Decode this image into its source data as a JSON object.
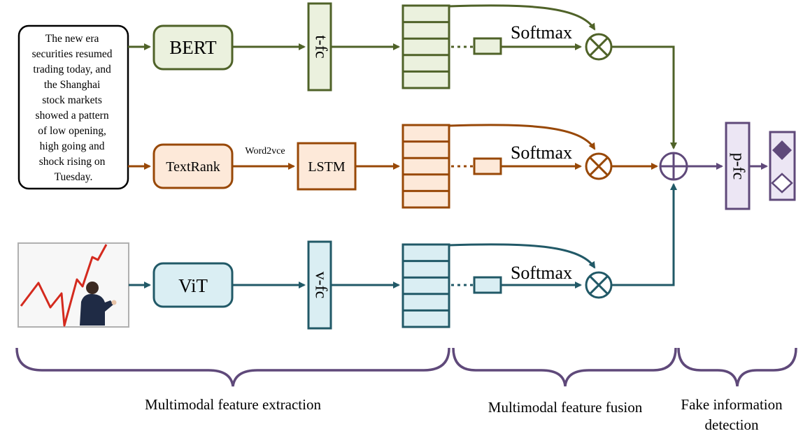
{
  "input_text": {
    "lines": [
      "The new era",
      "securities resumed",
      "trading today, and",
      "the Shanghai",
      "stock markets",
      "showed a pattern",
      "of low opening,",
      "high going and",
      "shock rising on",
      "Tuesday."
    ]
  },
  "input_image": {
    "description_icon": "rising-chart-businessman-image"
  },
  "blocks": {
    "bert": "BERT",
    "textrank": "TextRank",
    "lstm": "LSTM",
    "vit": "ViT",
    "t_fc": "t-fc",
    "v_fc": "v-fc",
    "p_fc": "p-fc"
  },
  "edge_labels": {
    "word2vec": "Word2vce"
  },
  "softmax_labels": [
    "Softmax",
    "Softmax",
    "Softmax"
  ],
  "sections": {
    "extraction": "Multimodal feature extraction",
    "fusion": "Multimodal feature fusion",
    "detection_line1": "Fake information",
    "detection_line2": "detection"
  },
  "colors": {
    "text_branch": "#4f6228",
    "text_fill": "#ebf1de",
    "rank_branch": "#984807",
    "rank_fill": "#fde9d9",
    "vision_branch": "#215967",
    "vision_fill": "#daeef3",
    "output_branch": "#5f497a",
    "output_fill": "#ece6f4",
    "brace": "#5f497a"
  }
}
